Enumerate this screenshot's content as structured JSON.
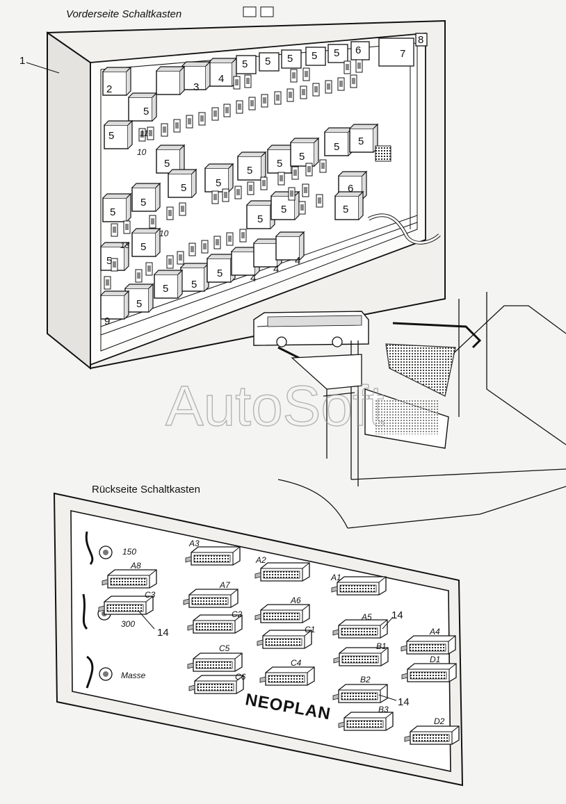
{
  "front_title": "Vorderseite Schaltkasten",
  "rear_title": "Rückseite Schaltkasten",
  "watermark": "AutoSoft",
  "brand": "NEOPLAN",
  "callouts": {
    "box": "1",
    "part2": "2",
    "part3": "3",
    "part4": "4",
    "part5": "5",
    "part6": "6",
    "part7": "7",
    "part8": "8",
    "part9": "9",
    "part10": "10",
    "part11": "11",
    "part13": "13",
    "part14": "14"
  },
  "terminals": {
    "t150": "150",
    "t300": "300",
    "masse": "Masse"
  },
  "connectors": {
    "A1": "A1",
    "A2": "A2",
    "A3": "A3",
    "A4": "A4",
    "A5": "A5",
    "A6": "A6",
    "A7": "A7",
    "A8": "A8",
    "B1": "B1",
    "B2": "B2",
    "B3": "B3",
    "C1": "C1",
    "C2": "C2",
    "C3": "C3",
    "C4": "C4",
    "C5": "C5",
    "C6": "C6",
    "D1": "D1",
    "D2": "D2"
  }
}
